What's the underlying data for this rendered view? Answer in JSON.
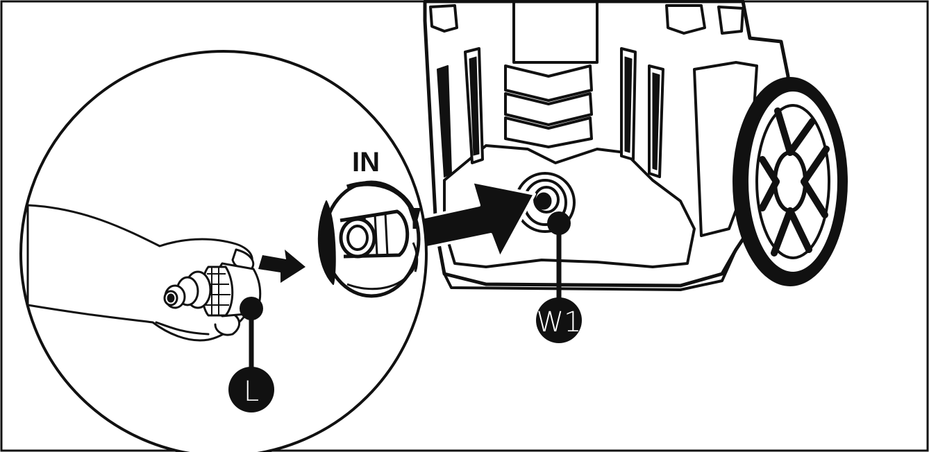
{
  "figure": {
    "inlet_label": "IN",
    "callouts": {
      "filter": "L",
      "inlet": "W1"
    }
  },
  "colors": {
    "ink": "#111111",
    "paper": "#ffffff"
  },
  "icons": {
    "arrow_small": "right-arrow-icon",
    "arrow_large": "right-arrow-icon",
    "rotate": "clockwise-rotate-icon"
  }
}
